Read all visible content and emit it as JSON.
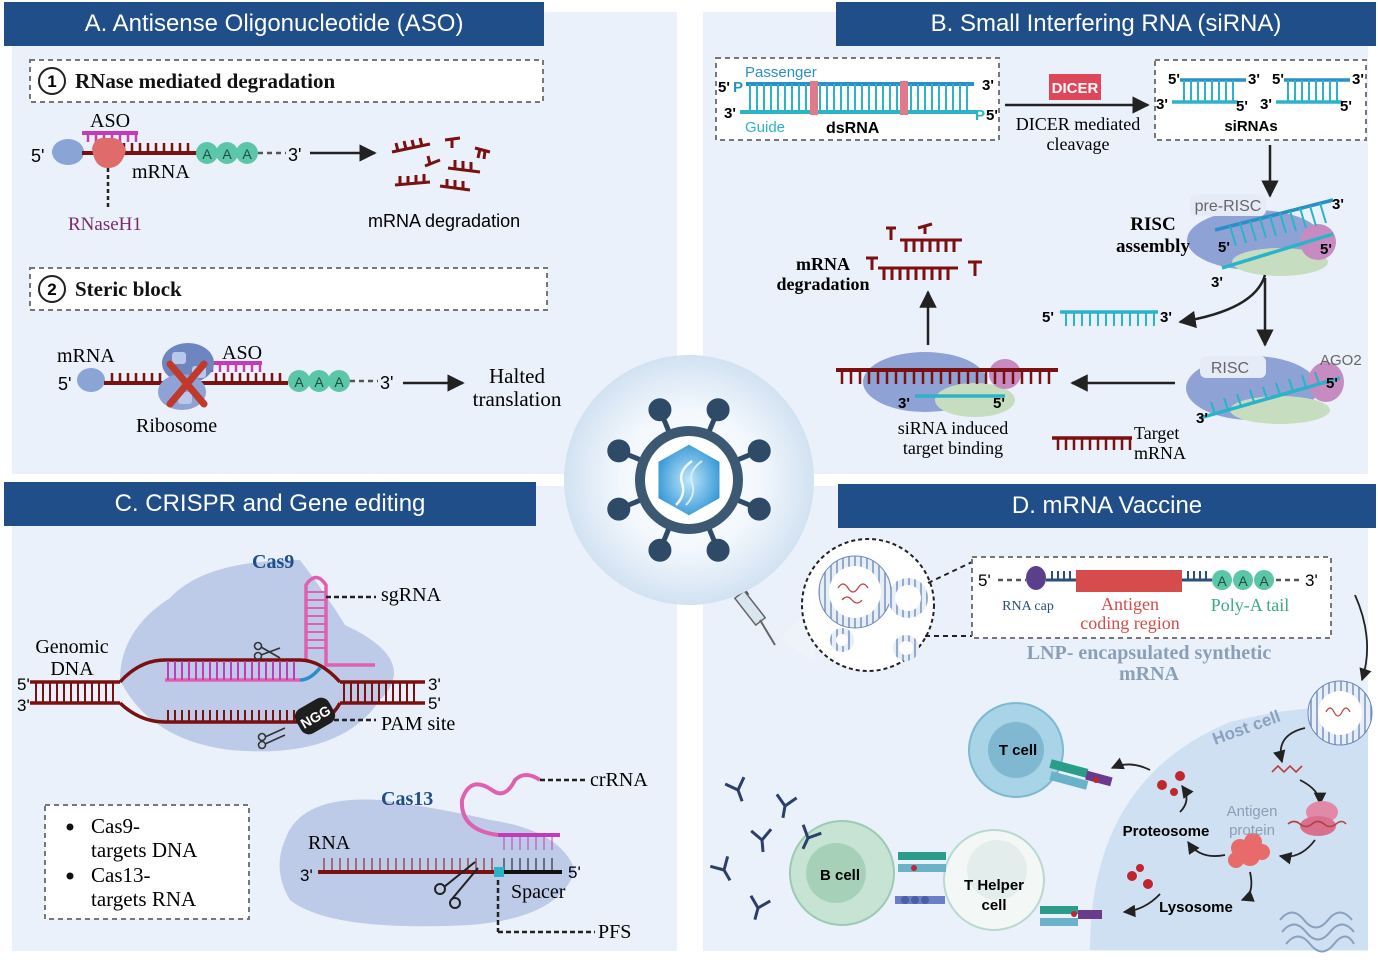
{
  "panels": {
    "a": {
      "title": "A. Antisense Oligonucleotide (ASO)",
      "step1_num": "1",
      "step1_label": "RNase mediated degradation",
      "step2_num": "2",
      "step2_label": "Steric block",
      "aso": "ASO",
      "mrna": "mRNA",
      "rnaseh1": "RNaseH1",
      "mrna_degradation": "mRNA degradation",
      "ribosome": "Ribosome",
      "halted_1": "Halted",
      "halted_2": "translation",
      "five": "5'",
      "three": "3'",
      "polyA": "A"
    },
    "b": {
      "title": "B. Small Interfering RNA (siRNA)",
      "passenger": "Passenger",
      "guide": "Guide",
      "dsrna": "dsRNA",
      "dicer": "DICER",
      "dicer_mediated_1": "DICER mediated",
      "dicer_mediated_2": "cleavage",
      "sirnas": "siRNAs",
      "pre_risc": "pre-RISC",
      "risc_assembly_1": "RISC",
      "risc_assembly_2": "assembly",
      "risc": "RISC",
      "ago2": "AGO2",
      "mrna_degradation_1": "mRNA",
      "mrna_degradation_2": "degradation",
      "sirna_binding_1": "siRNA induced",
      "sirna_binding_2": "target binding",
      "target_1": "Target",
      "target_2": "mRNA",
      "p": "P",
      "five": "5'",
      "three": "3'"
    },
    "c": {
      "title": "C. CRISPR and Gene editing",
      "cas9": "Cas9",
      "sgrna": "sgRNA",
      "genomic_1": "Genomic",
      "genomic_2": "DNA",
      "pam": "PAM site",
      "ngg": "NGG",
      "cas13": "Cas13",
      "crrna": "crRNA",
      "rna": "RNA",
      "spacer": "Spacer",
      "pfs": "PFS",
      "five": "5'",
      "three": "3'",
      "legend": [
        {
          "line1": "Cas9-",
          "line2": "targets DNA"
        },
        {
          "line1": "Cas13-",
          "line2": "targets RNA"
        }
      ]
    },
    "d": {
      "title": "D. mRNA Vaccine",
      "rna_cap": "RNA cap",
      "antigen_1": "Antigen",
      "antigen_2": "coding region",
      "polya_tail": "Poly-A tail",
      "lnp_1": "LNP- encapsulated synthetic",
      "lnp_2": "mRNA",
      "host_cell": "Host cell",
      "t_cell": "T cell",
      "b_cell": "B cell",
      "t_helper_1": "T Helper",
      "t_helper_2": "cell",
      "proteosome": "Proteosome",
      "antigen_protein_1": "Antigen",
      "antigen_protein_2": "protein",
      "lysosome": "Lysosome",
      "five": "5'",
      "three": "3'",
      "polyA": "A"
    }
  },
  "colors": {
    "banner": "#1f4e89",
    "panel_bg": "#eaf1fa",
    "rna_dark_red": "#7a1010",
    "aso_magenta": "#c43bb8",
    "teal": "#5cc6a8",
    "cyan": "#2bb3c8",
    "blue_strand": "#2a8fc6"
  }
}
